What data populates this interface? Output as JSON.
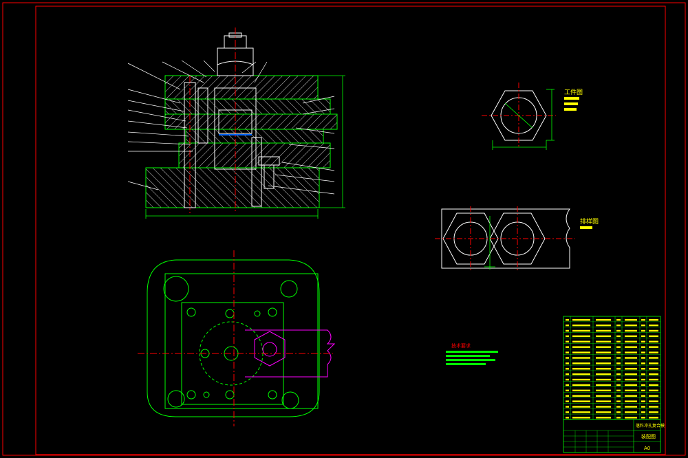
{
  "colors": {
    "background": "#000000",
    "frame": "#ff0000",
    "outline": "#00ff00",
    "body": "#ffffff",
    "center": "#ff0000",
    "hatch": "#ffffff",
    "dim": "#00ff00",
    "strip": "#ff00ff",
    "note": "#00ff00",
    "note_title": "#ff0000",
    "table_text": "#ffff00"
  },
  "labels": {
    "workpiece": "工件图",
    "strip_layout": "排样图",
    "tech_title": "技术要求",
    "title_block": "落料冲孔复合模",
    "drawing_name": "装配图",
    "sheet_size": "A0"
  },
  "icons": {
    "hex": "hexagon-icon",
    "center": "crosshair-icon"
  }
}
